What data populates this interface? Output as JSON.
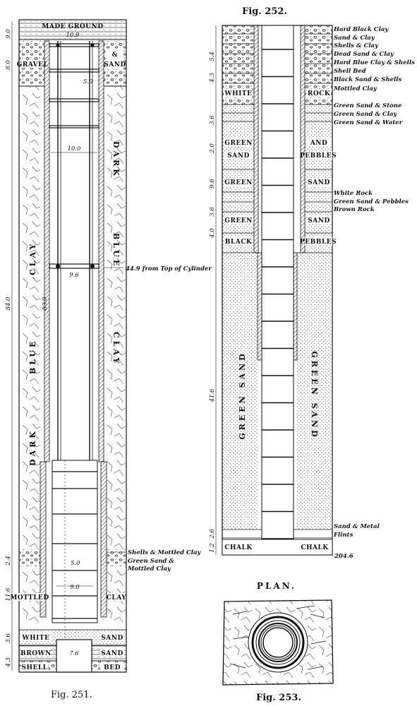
{
  "fig251": {
    "caption": "Fig. 251.",
    "top_label": "MADE GROUND",
    "dim_top_width": "10.9",
    "dim_ring_gap": "5.0",
    "dim_inner_width": "10.0",
    "dim_mid_width": "9.6",
    "note_mid": "44.9 from Top of Cylinder",
    "dim_total": "84.0",
    "dim_lower": "83.0",
    "dim_ring_lower": "5.0",
    "dim_width_lower": "9.0",
    "dim_bottom_width": "7.6",
    "strata_left": [
      "GRAVEL",
      "DARK",
      "BLUE",
      "CLAY",
      "MOTTLED",
      "WHITE",
      "BROWN",
      "SHELL"
    ],
    "strata_right": [
      "SAND",
      "DARK",
      "BLUE",
      "CLAY",
      "CLAY",
      "SAND",
      "SAND",
      "BED"
    ],
    "gravel_amp": "&",
    "side_notes": [
      "Shells & Mottled Clay",
      "Green Sand &",
      "Mottled Clay"
    ],
    "left_dims": [
      "9.0",
      "8.0",
      "2.4",
      "11.6",
      "3.6",
      "4.3"
    ]
  },
  "fig252": {
    "caption": "Fig. 252.",
    "strata_notes": [
      "Hard Black Clay",
      "Sand & Clay",
      "Shells & Clay",
      "Dead Sand & Clay",
      "Hard Blue Clay & Shells",
      "Shell Bed",
      "Black Sand & Shells",
      "Mottled Clay",
      "Green Sand & Stone",
      "Green Sand & Clay",
      "Green Sand & Water",
      "White Rock",
      "Green Sand & Pebbles",
      "Brown Rock",
      "Sand & Metal",
      "Flints"
    ],
    "inner_left": [
      "WHITE",
      "GREEN",
      "SAND",
      "GREEN",
      "GREEN",
      "BLACK"
    ],
    "inner_right": [
      "ROCK",
      "AND",
      "PEBBLES",
      "SAND",
      "SAND",
      "PEBBLES"
    ],
    "big_left": "GREEN SAND",
    "big_right": "GREEN SAND",
    "bottom_left": "CHALK",
    "bottom_right": "CHALK",
    "total_depth": "204.6",
    "left_dims": [
      "5.4",
      "4.3",
      "3.6",
      "2.0",
      "9.6",
      "3.6",
      "4.0",
      "41.6",
      "2.6",
      "1.2"
    ]
  },
  "fig253": {
    "caption": "Fig. 253.",
    "title": "PLAN."
  }
}
